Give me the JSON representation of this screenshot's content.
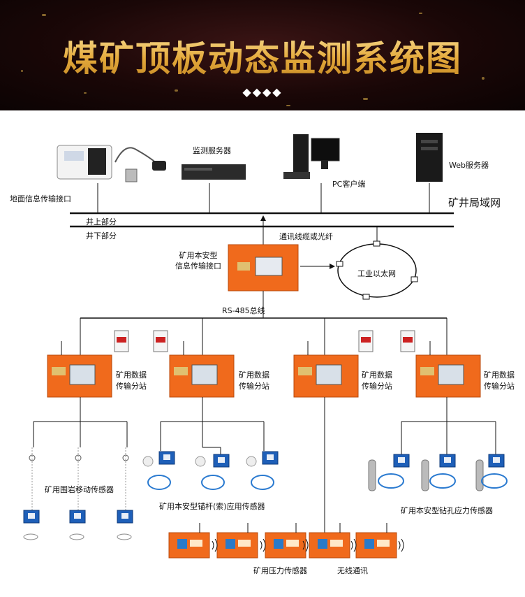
{
  "banner": {
    "title": "煤矿顶板动态监测系统图",
    "decoration": "◆◆◆◆"
  },
  "labels": {
    "ground_interface": "地面信息传输接口",
    "monitor_server": "监测服务器",
    "pc_client": "PC客户端",
    "web_server": "Web服务器",
    "mine_lan": "矿井局域网",
    "above_ground": "井上部分",
    "below_ground": "井下部分",
    "comm_cable": "通讯线缆或光纤",
    "interface_line1": "矿用本安型",
    "interface_line2": "信息传输接口",
    "ethernet": "工业以太网",
    "rs485": "RS-485总线",
    "substation_line1": "矿用数据",
    "substation_line2": "传输分站",
    "rock_sensor": "矿用围岩移动传感器",
    "anchor_sensor": "矿用本安型锚杆(索)应用传感器",
    "borehole_sensor": "矿用本安型钻孔应力传感器",
    "pressure_sensor": "矿用压力传感器",
    "wireless": "无线通讯"
  },
  "colors": {
    "banner_bg": "#1a0707",
    "title_gold": "#e8b74a",
    "device_orange": "#f06a1c",
    "sensor_blue": "#1e5fb8",
    "line": "#111111"
  }
}
